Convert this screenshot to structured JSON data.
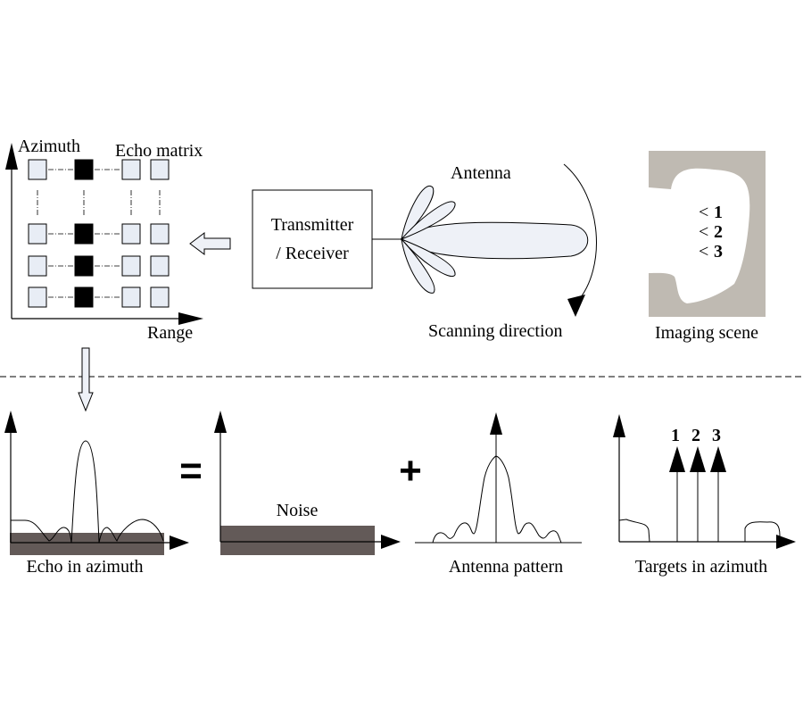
{
  "top": {
    "echo_matrix": {
      "title": "Echo matrix",
      "y_axis_label": "Azimuth",
      "x_axis_label": "Range",
      "rows": 4,
      "columns": 4,
      "highlighted_column": 2,
      "cell_color": "#e8edf5",
      "highlight_color": "#000000"
    },
    "transceiver": {
      "line1": "Transmitter",
      "line2": "/ Receiver"
    },
    "antenna": {
      "label": "Antenna",
      "lobe_color": "#eef1f7"
    },
    "scanning": {
      "label": "Scanning direction"
    },
    "scene": {
      "label": "Imaging scene",
      "background_color": "#bfbab2",
      "targets": [
        {
          "marker": "<",
          "label": "1"
        },
        {
          "marker": "<",
          "label": "2"
        },
        {
          "marker": "<",
          "label": "3"
        }
      ]
    }
  },
  "bottom": {
    "echo": {
      "label": "Echo in azimuth"
    },
    "equals": "=",
    "noise": {
      "label": "Noise",
      "color": "#635a58"
    },
    "plus": "+",
    "pattern": {
      "label": "Antenna pattern"
    },
    "targets": {
      "label": "Targets in azimuth",
      "labels": [
        "1",
        "2",
        "3"
      ]
    }
  }
}
